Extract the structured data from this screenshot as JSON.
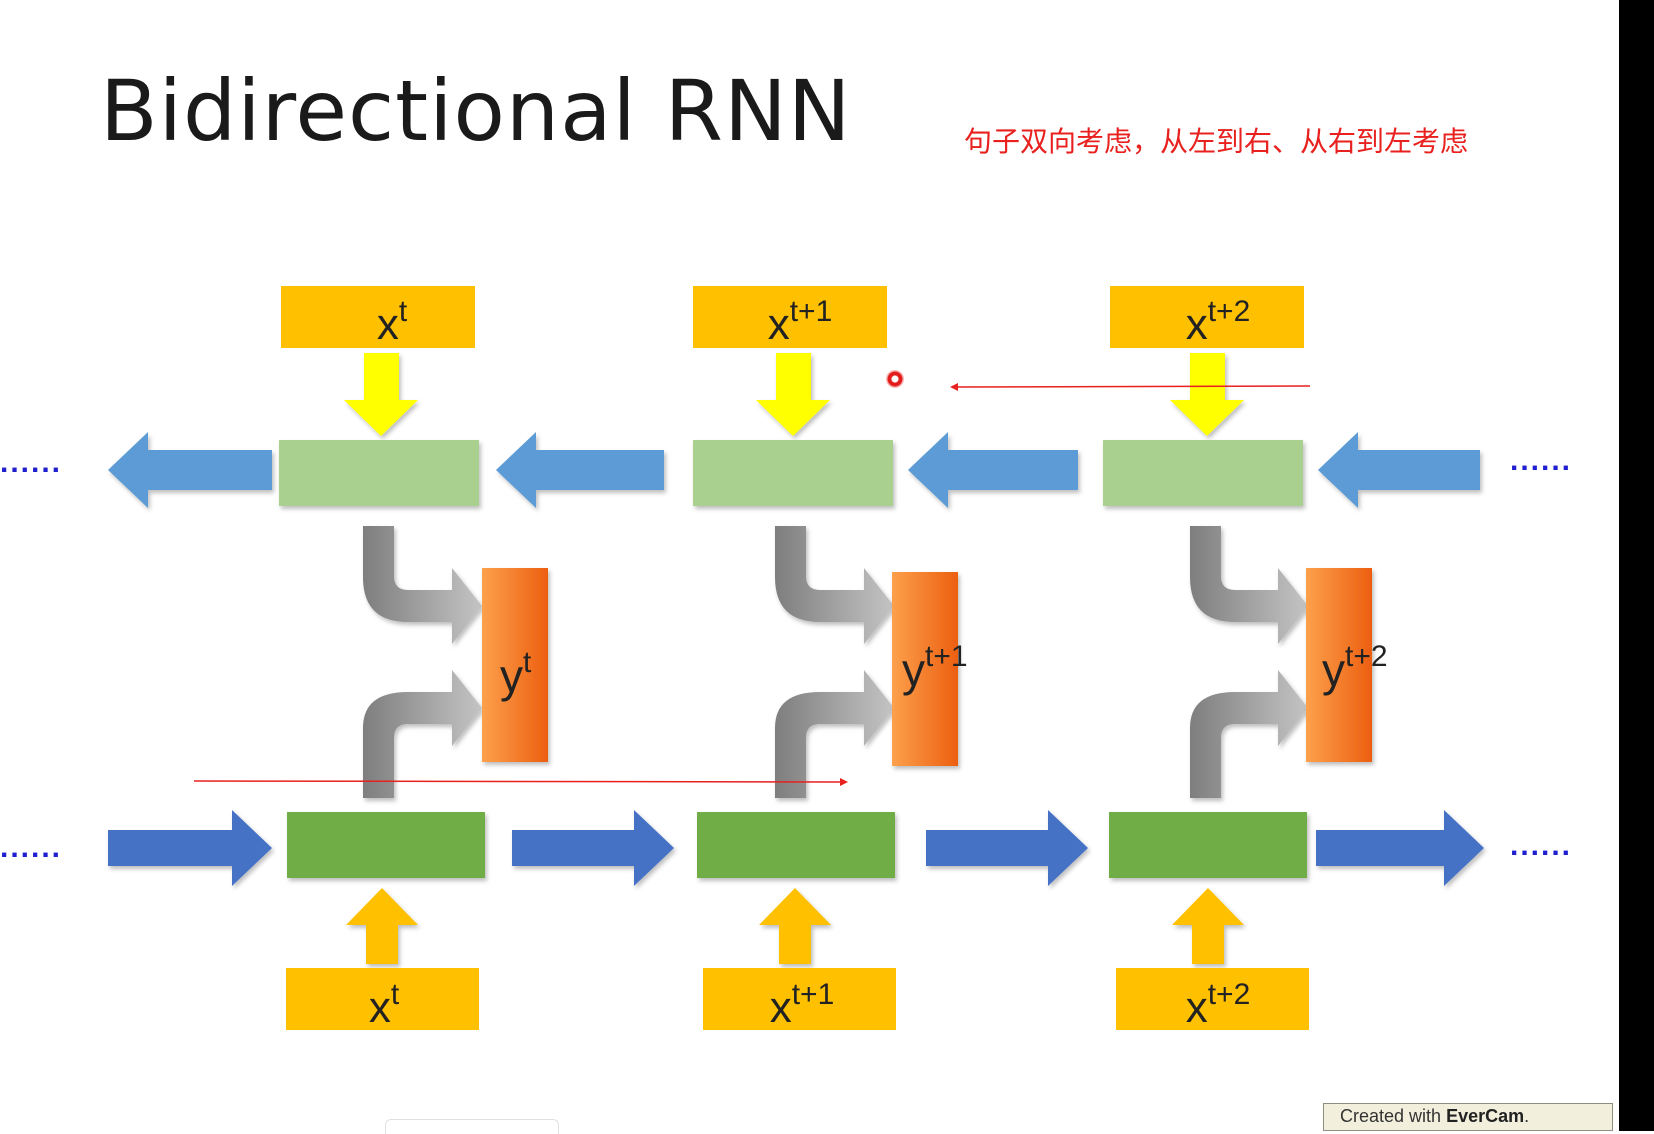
{
  "title": "Bidirectional RNN",
  "annotation_note": "句子双向考虑，从左到右、从右到左考虑",
  "watermark": {
    "prefix": "Created with ",
    "brand": "EverCam",
    "suffix": "."
  },
  "ellipsis": "......",
  "columns": [
    {
      "x_base": "x",
      "x_sup": "t",
      "y_base": "y",
      "y_sup": "t"
    },
    {
      "x_base": "x",
      "x_sup": "t+1",
      "y_base": "y",
      "y_sup": "t+1"
    },
    {
      "x_base": "x",
      "x_sup": "t+2",
      "y_base": "y",
      "y_sup": "t+2"
    }
  ],
  "colors": {
    "input_box": "#ffc000",
    "input_arrow_top": "#ffff00",
    "input_arrow_bottom": "#ffc000",
    "backward_cell": "#a9d08e",
    "forward_cell": "#70ad47",
    "backward_arrow": "#5b9bd5",
    "forward_arrow": "#4472c4",
    "output_box": "#f47a20",
    "merge_arrow": "#9e9e9e",
    "ellipsis": "#1f1fd0",
    "annotation": "#e8201e"
  }
}
